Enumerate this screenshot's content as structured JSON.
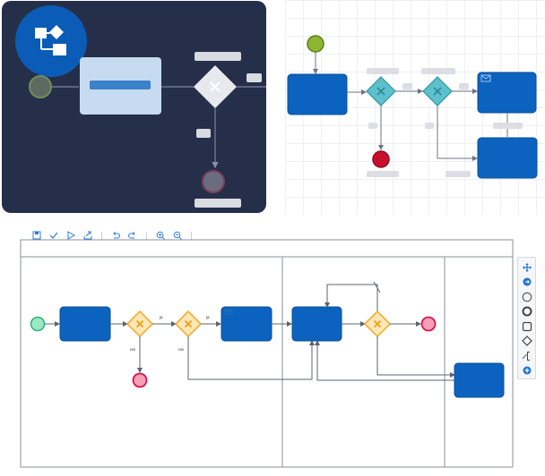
{
  "toolbar": {
    "buttons": [
      {
        "name": "save-icon"
      },
      {
        "name": "validate-check-icon"
      },
      {
        "name": "play-icon"
      },
      {
        "name": "export-icon"
      },
      {
        "name": "undo-icon"
      },
      {
        "name": "redo-icon"
      },
      {
        "name": "zoom-in-icon"
      },
      {
        "name": "zoom-out-icon"
      }
    ]
  },
  "palette": {
    "tools": [
      {
        "name": "move-tool-icon"
      },
      {
        "name": "connect-tool-icon"
      },
      {
        "name": "start-event-tool-icon"
      },
      {
        "name": "end-event-tool-icon"
      },
      {
        "name": "task-tool-icon"
      },
      {
        "name": "gateway-tool-icon"
      },
      {
        "name": "annotation-tool-icon"
      },
      {
        "name": "add-tool-icon"
      }
    ]
  },
  "diagram": {
    "flow_labels": {
      "yes_1": "ja",
      "yes_2": "ja",
      "no_1": "nei",
      "no_2": "nei"
    }
  },
  "colors": {
    "dark_panel": "#252f49",
    "task_blue": "#0c63bf",
    "gateway_orange": "#f7a523",
    "gateway_teal": "#5cc1cc",
    "start_green": "#8fb631",
    "end_red": "#c8102e",
    "start_light": "#9be8c5",
    "end_light": "#f6a0b8"
  }
}
